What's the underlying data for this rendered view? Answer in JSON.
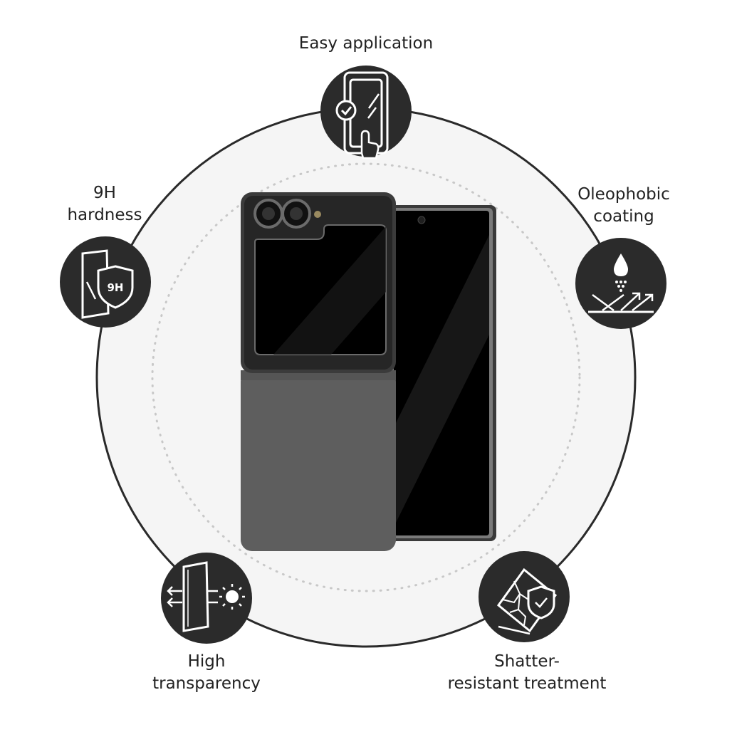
{
  "features": [
    {
      "id": "easy-application",
      "icon": "phone-tap-check-icon",
      "lines": [
        "Easy application"
      ]
    },
    {
      "id": "oleophobic-coating",
      "icon": "oil-drop-repel-icon",
      "lines": [
        "Oleophobic",
        "coating"
      ]
    },
    {
      "id": "hardness",
      "icon": "shield-9h-icon",
      "lines": [
        "9H",
        "hardness"
      ],
      "badge": "9H"
    },
    {
      "id": "high-transparency",
      "icon": "glass-light-transparency-icon",
      "lines": [
        "High",
        "transparency"
      ]
    },
    {
      "id": "shatter-resistant",
      "icon": "cracked-glass-shield-icon",
      "lines": [
        "Shatter-",
        "resistant treatment"
      ]
    }
  ],
  "colors": {
    "background": "#ffffff",
    "disc": "#f5f5f5",
    "icon_circle": "#2b2b2b",
    "phone_body": "#5a5a5a",
    "screen": "#000000",
    "text": "#222222"
  }
}
